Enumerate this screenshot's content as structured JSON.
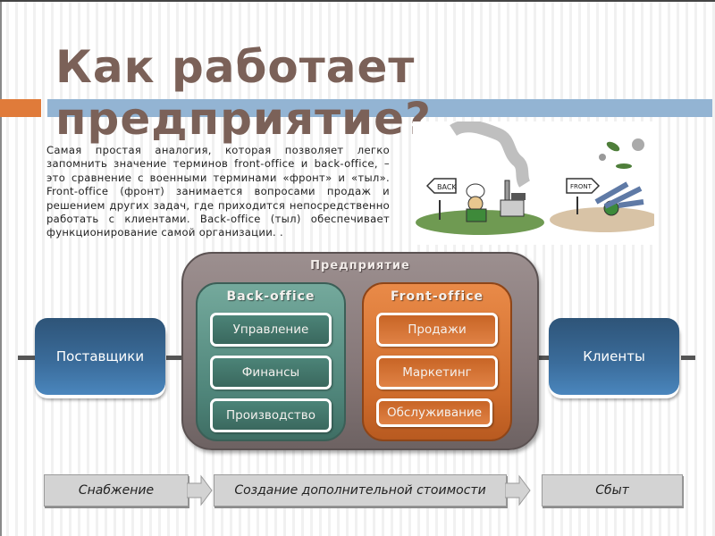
{
  "slide": {
    "title": "Как работает предприятие?",
    "body": "Самая простая аналогия, которая позволяет легко запомнить значение терминов front-office и back-office, – это сравнение с военными терминами «фронт» и «тыл». Front-office (фронт) занимается вопросами продаж и решением других задач, где приходится непосредственно работать с клиентами. Back-office (тыл) обеспечивает функционирование самой организации. ."
  },
  "cartoon": {
    "back_sign": "BACK",
    "front_sign": "FRONT"
  },
  "diagram": {
    "enterprise_label": "Предприятие",
    "back_office": {
      "label": "Back-office",
      "items": [
        "Управление",
        "Финансы",
        "Производство"
      ]
    },
    "front_office": {
      "label": "Front-office",
      "items": [
        "Продажи",
        "Маркетинг",
        "Обслуживание"
      ]
    },
    "left_box": "Поставщики",
    "right_box": "Клиенты"
  },
  "flow": {
    "steps": [
      "Снабжение",
      "Создание дополнительной стоимости",
      "Сбыт"
    ]
  },
  "colors": {
    "title": "#7b6158",
    "accent_orange": "#e07b3a",
    "accent_blue_bar": "#93b4d3",
    "back_office": "#4f857a",
    "front_office": "#cf6c2c",
    "side_boxes": "#3b6d9c",
    "enterprise": "#857778"
  }
}
